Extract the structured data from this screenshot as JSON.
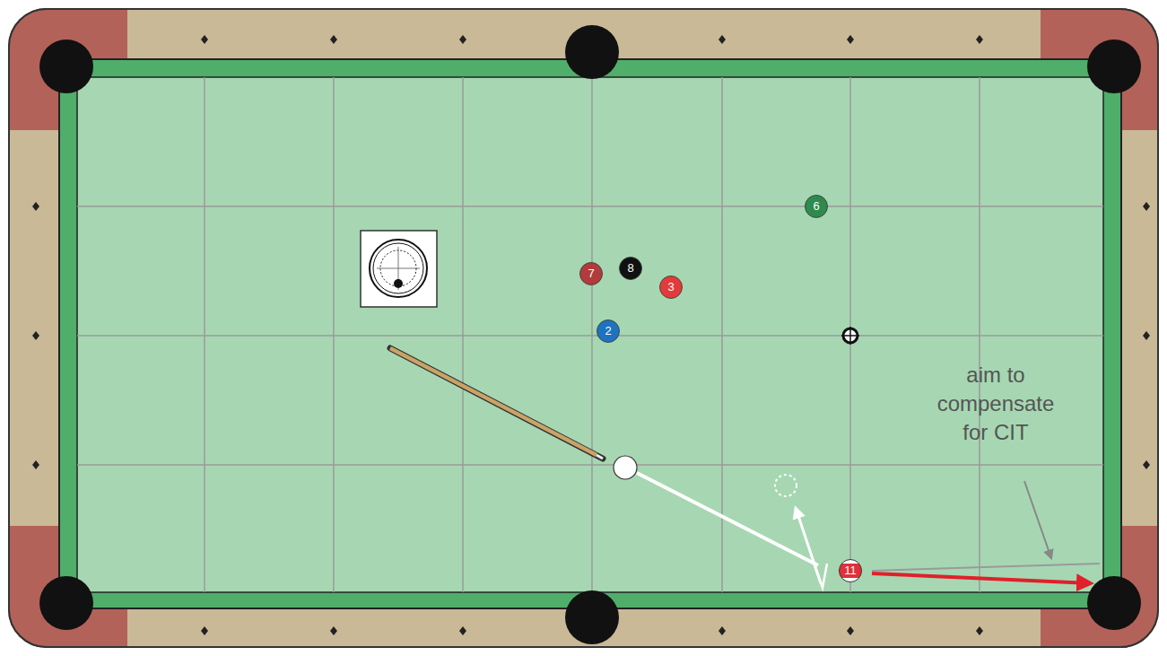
{
  "diagram": {
    "nodes": [
      {
        "text": [
          "6"
        ]
      },
      {
        "text": [
          "7"
        ]
      },
      {
        "text": [
          "8"
        ]
      },
      {
        "text": [
          "3"
        ]
      },
      {
        "text": [
          "2"
        ]
      },
      {
        "text": [
          "11"
        ]
      }
    ],
    "labels": [
      "aim to compensate for CIT"
    ]
  }
}
